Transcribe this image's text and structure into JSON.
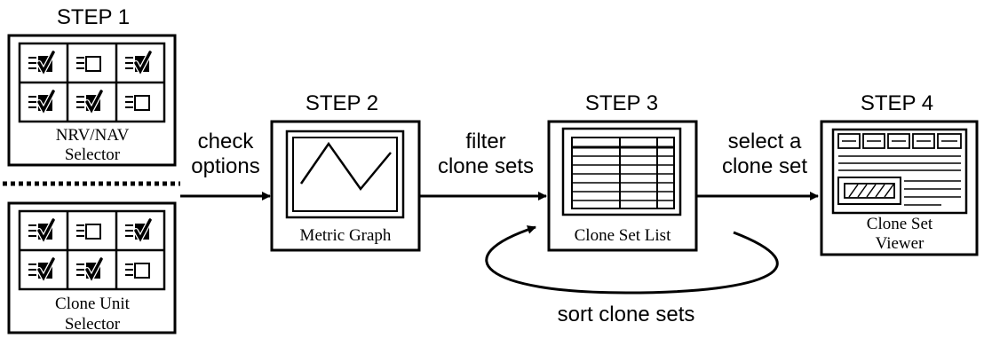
{
  "steps": [
    {
      "title": "STEP 1"
    },
    {
      "title": "STEP 2"
    },
    {
      "title": "STEP 3"
    },
    {
      "title": "STEP 4"
    }
  ],
  "boxes": {
    "nrv_nav": {
      "line1": "NRV/NAV",
      "line2": "Selector",
      "icon": "checkbox-grid-icon",
      "checkboxes": [
        true,
        false,
        true,
        true,
        true,
        false
      ]
    },
    "clone_unit": {
      "line1": "Clone Unit",
      "line2": "Selector",
      "icon": "checkbox-grid-icon",
      "checkboxes": [
        true,
        false,
        true,
        true,
        true,
        false
      ]
    },
    "metric_graph": {
      "line1": "Metric Graph",
      "icon": "line-chart-icon"
    },
    "clone_set_list": {
      "line1": "Clone Set List",
      "icon": "table-icon"
    },
    "clone_set_viewer": {
      "line1": "Clone Set",
      "line2": "Viewer",
      "icon": "code-viewer-icon"
    }
  },
  "edges": {
    "check_options": {
      "line1": "check",
      "line2": "options"
    },
    "filter_clone_sets": {
      "line1": "filter",
      "line2": "clone sets"
    },
    "select_clone_set": {
      "line1": "select a",
      "line2": "clone set"
    },
    "sort_clone_sets": {
      "line1": "sort clone sets"
    }
  },
  "colors": {
    "ink": "#000000",
    "paper": "#ffffff"
  }
}
